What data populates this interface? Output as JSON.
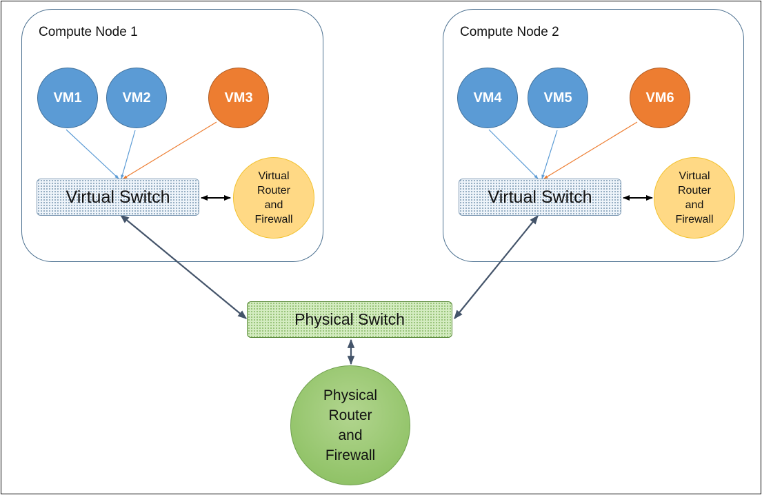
{
  "nodes": [
    {
      "title": "Compute Node 1",
      "vms": [
        {
          "label": "VM1",
          "color": "#5b9bd5"
        },
        {
          "label": "VM2",
          "color": "#5b9bd5"
        },
        {
          "label": "VM3",
          "color": "#ed7d31"
        }
      ],
      "virtual_switch": "Virtual Switch",
      "virtual_router": "Virtual\nRouter\nand\nFirewall"
    },
    {
      "title": "Compute Node 2",
      "vms": [
        {
          "label": "VM4",
          "color": "#5b9bd5"
        },
        {
          "label": "VM5",
          "color": "#5b9bd5"
        },
        {
          "label": "VM6",
          "color": "#ed7d31"
        }
      ],
      "virtual_switch": "Virtual Switch",
      "virtual_router": "Virtual\nRouter\nand\nFirewall"
    }
  ],
  "physical_switch": "Physical Switch",
  "physical_router": "Physical\nRouter\nand\nFirewall",
  "colors": {
    "vm_blue": "#5b9bd5",
    "vm_orange": "#ed7d31",
    "virtual_router_fill": "#ffd985",
    "physical_switch_fill": "#d4ecc1",
    "physical_router_fill": "#93c46a",
    "node_border": "#4a6f8f",
    "link_dark": "#44546a"
  }
}
